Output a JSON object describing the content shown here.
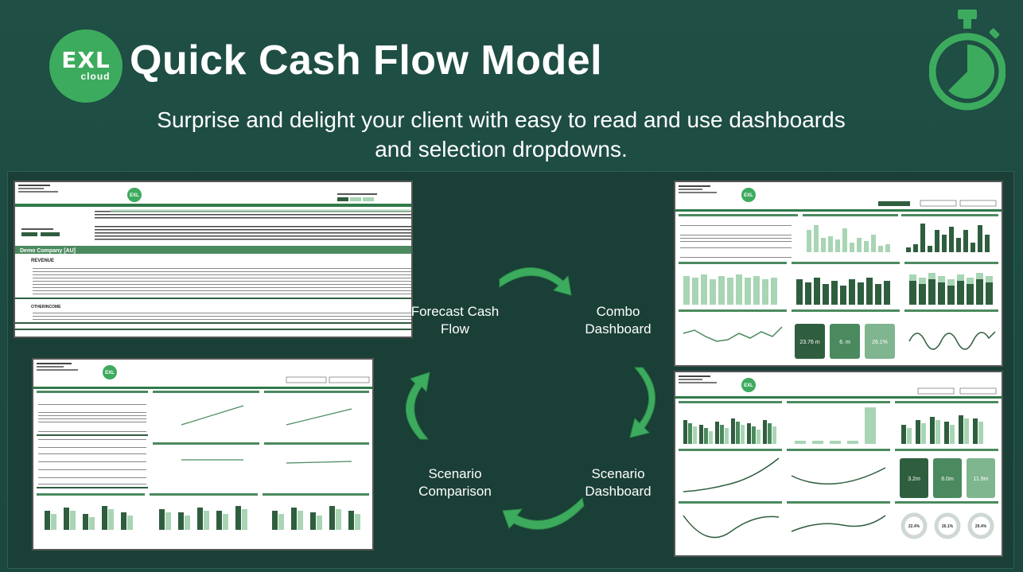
{
  "header": {
    "logo_text": "EXL",
    "logo_sub": "cloud",
    "title": "Quick Cash Flow Model",
    "subtitle_line1": "Surprise and delight your client with easy to read and use dashboards",
    "subtitle_line2": "and selection dropdowns."
  },
  "stages": [
    {
      "label_line1": "Forecast Cash",
      "label_line2": "Flow"
    },
    {
      "label_line1": "Combo",
      "label_line2": "Dashboard"
    },
    {
      "label_line1": "Scenario",
      "label_line2": "Dashboard"
    },
    {
      "label_line1": "Scenario",
      "label_line2": "Comparison"
    }
  ],
  "screens": {
    "forecast": {
      "company": "Demo Company [AU]",
      "section1": "REVENUE",
      "section2": "OTHERINCOME",
      "logo": "EXL"
    },
    "combo": {
      "kpi1": "23.76 m",
      "kpi2": "6. m",
      "kpi3": "26.1%",
      "logo": "EXL"
    },
    "scenario_dash": {
      "kpi1": "3.2m",
      "kpi2": "6.0m",
      "kpi3": "11.9m",
      "donut1": "22.4%",
      "donut2": "26.1%",
      "donut3": "29.4%",
      "logo": "EXL"
    },
    "comparison": {
      "logo": "EXL"
    }
  },
  "colors": {
    "brand_green": "#3dab5e",
    "dark_green": "#1f4d43",
    "chart_dark": "#2f5e3f",
    "chart_light": "#a8d5b4"
  }
}
